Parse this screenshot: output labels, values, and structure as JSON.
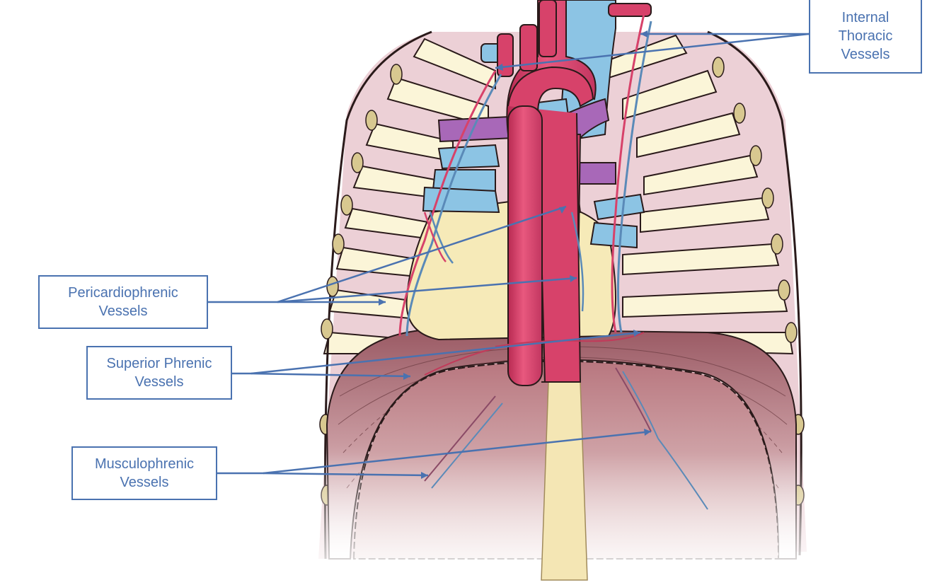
{
  "labels": {
    "internal_thoracic": {
      "line1": "Internal",
      "line2": "Thoracic",
      "line3": "Vessels"
    },
    "pericardiophrenic": {
      "line1": "Pericardiophrenic",
      "line2": "Vessels"
    },
    "superior_phrenic": {
      "line1": "Superior Phrenic",
      "line2": "Vessels"
    },
    "musculophrenic": {
      "line1": "Musculophrenic",
      "line2": "Vessels"
    }
  },
  "colors": {
    "label": "#4a72b0",
    "artery": "#d7426a",
    "vein": "#8cc4e4",
    "pulmonary_artery": "#a868b8",
    "pericardium": "#f6eab8",
    "rib": "#fbf5d8",
    "intercostal": "#ecd0d6",
    "diaphragm": "#b87c84",
    "outline": "#2a1a1a"
  }
}
